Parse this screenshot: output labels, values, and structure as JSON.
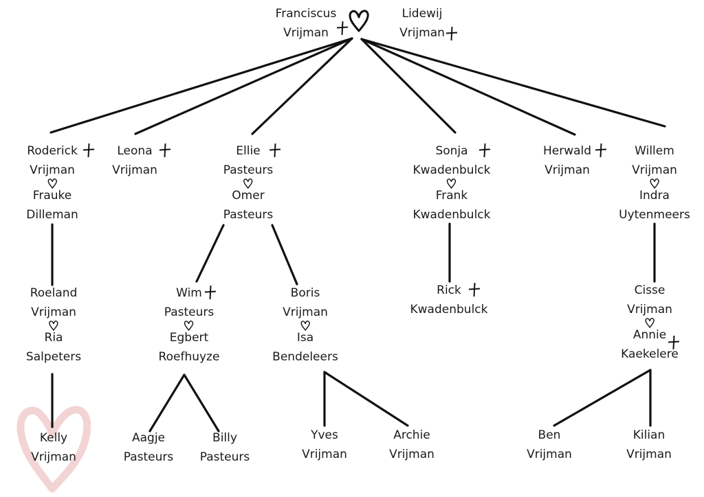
{
  "diagram": {
    "type": "family-tree",
    "colors": {
      "line": "#111111",
      "text": "#1a1a1a",
      "highlight_heart": "#f3d4d5",
      "background": "#ffffff"
    },
    "root_couple": {
      "partner_a": {
        "first": "Franciscus",
        "last": "Vrijman",
        "deceased": true
      },
      "partner_b": {
        "first": "Lidewij",
        "last": "Vrijman",
        "deceased": true
      },
      "relation_icon": "heart-icon"
    },
    "children": [
      {
        "first": "Roderick",
        "last": "Vrijman",
        "deceased": true,
        "partner": {
          "first": "Frauke",
          "last": "Dilleman"
        }
      },
      {
        "first": "Leona",
        "last": "Vrijman",
        "deceased": true
      },
      {
        "first": "Ellie",
        "last": "Pasteurs",
        "deceased": true,
        "partner": {
          "first": "Omer",
          "last": "Pasteurs"
        }
      },
      {
        "first": "Sonja",
        "last": "Kwadenbulck",
        "deceased": true,
        "partner": {
          "first": "Frank",
          "last": "Kwadenbulck"
        }
      },
      {
        "first": "Herwald",
        "last": "Vrijman",
        "deceased": true
      },
      {
        "first": "Willem",
        "last": "Vrijman",
        "deceased": false,
        "partner": {
          "first": "Indra",
          "last": "Uytenmeers"
        }
      }
    ],
    "grandchildren": [
      {
        "first": "Roeland",
        "last": "Vrijman",
        "deceased": false,
        "partner": {
          "first": "Ria",
          "last": "Salpeters"
        }
      },
      {
        "first": "Wim",
        "last": "Pasteurs",
        "deceased": true,
        "partner": {
          "first": "Egbert",
          "last": "Roefhuyze"
        }
      },
      {
        "first": "Boris",
        "last": "Vrijman",
        "deceased": false,
        "partner": {
          "first": "Isa",
          "last": "Bendeleers"
        }
      },
      {
        "first": "Rick",
        "last": "Kwadenbulck",
        "deceased": true
      },
      {
        "first": "Cisse",
        "last": "Vrijman",
        "deceased": false,
        "partner": {
          "first": "Annie",
          "last": "Kaekelere",
          "deceased": true
        }
      }
    ],
    "great_grandchildren": [
      {
        "first": "Kelly",
        "last": "Vrijman",
        "highlighted": true
      },
      {
        "first": "Aagje",
        "last": "Pasteurs"
      },
      {
        "first": "Billy",
        "last": "Pasteurs"
      },
      {
        "first": "Yves",
        "last": "Vrijman"
      },
      {
        "first": "Archie",
        "last": "Vrijman"
      },
      {
        "first": "Ben",
        "last": "Vrijman"
      },
      {
        "first": "Kilian",
        "last": "Vrijman"
      }
    ],
    "edges": [
      [
        "Franciscus+Lidewij",
        "Roderick"
      ],
      [
        "Franciscus+Lidewij",
        "Leona"
      ],
      [
        "Franciscus+Lidewij",
        "Ellie"
      ],
      [
        "Franciscus+Lidewij",
        "Sonja"
      ],
      [
        "Franciscus+Lidewij",
        "Herwald"
      ],
      [
        "Franciscus+Lidewij",
        "Willem"
      ],
      [
        "Roderick+Frauke",
        "Roeland"
      ],
      [
        "Ellie+Omer",
        "Wim"
      ],
      [
        "Ellie+Omer",
        "Boris"
      ],
      [
        "Sonja+Frank",
        "Rick"
      ],
      [
        "Willem+Indra",
        "Cisse"
      ],
      [
        "Roeland+Ria",
        "Kelly"
      ],
      [
        "Wim+Egbert",
        "Aagje"
      ],
      [
        "Wim+Egbert",
        "Billy"
      ],
      [
        "Boris+Isa",
        "Yves"
      ],
      [
        "Boris+Isa",
        "Archie"
      ],
      [
        "Cisse+Annie",
        "Ben"
      ],
      [
        "Cisse+Annie",
        "Kilian"
      ]
    ]
  }
}
